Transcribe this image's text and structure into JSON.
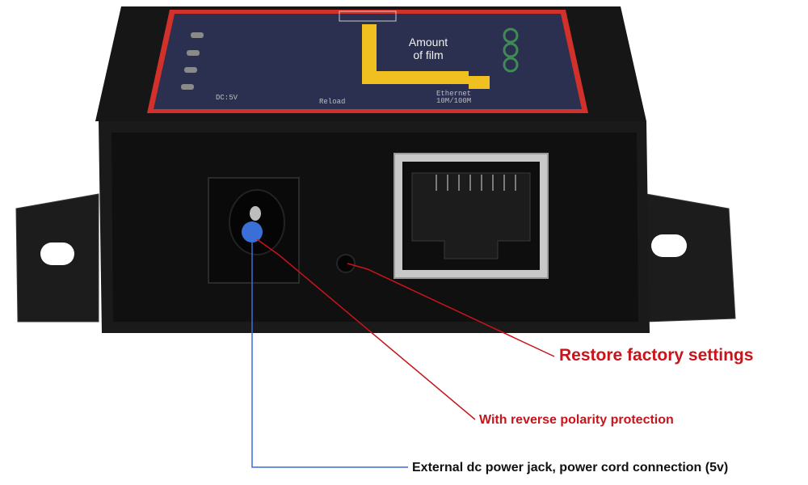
{
  "device": {
    "panel_text": {
      "film_label_line1": "Amount",
      "film_label_line2": "of film",
      "dc_label": "DC:5V",
      "reload_label": "Reload",
      "ethernet_label_line1": "Ethernet",
      "ethernet_label_line2": "10M/100M"
    }
  },
  "callouts": {
    "restore": "Restore factory settings",
    "polarity": "With reverse polarity protection",
    "power": "External dc power jack, power cord connection (5v)"
  },
  "colors": {
    "callout_red": "#c8141a",
    "callout_blue": "#3a6fd8",
    "panel_red": "#d2302a",
    "trace_yellow": "#f0c020",
    "panel_navy": "#2b3050",
    "body_black": "#1a1a1a"
  }
}
